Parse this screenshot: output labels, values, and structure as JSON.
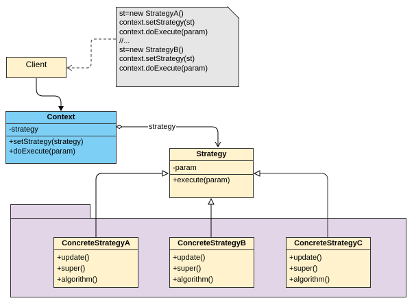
{
  "note": {
    "lines": [
      "st=new StrategyA()",
      "context.setStrategy(st)",
      "context.doExecute(param)",
      "//...",
      "st=new StrategyB()",
      "context.setStrategy(st)",
      "context.doExecute(param)"
    ]
  },
  "client": {
    "name": "Client"
  },
  "context": {
    "name": "Context",
    "attributes": [
      "-strategy"
    ],
    "methods": [
      "+setStrategy(strategy)",
      "+doExecute(param)"
    ]
  },
  "association": {
    "label": "strategy"
  },
  "strategy": {
    "name": "Strategy",
    "attributes": [
      "-param"
    ],
    "methods": [
      "+execute(param)"
    ]
  },
  "concrete": [
    {
      "name": "ConcreteStrategyA",
      "methods": [
        "+update()",
        "+super()",
        "+algorithm()"
      ]
    },
    {
      "name": "ConcreteStrategyB",
      "methods": [
        "+update()",
        "+super()",
        "+algorithm()"
      ]
    },
    {
      "name": "ConcreteStrategyC",
      "methods": [
        "+update()",
        "+super()",
        "+algorithm()"
      ]
    }
  ],
  "colors": {
    "class_fill": "#fff2cc",
    "context_fill": "#7dcff5",
    "note_fill": "#e6e6e6",
    "package_fill": "#e1d5e7"
  }
}
